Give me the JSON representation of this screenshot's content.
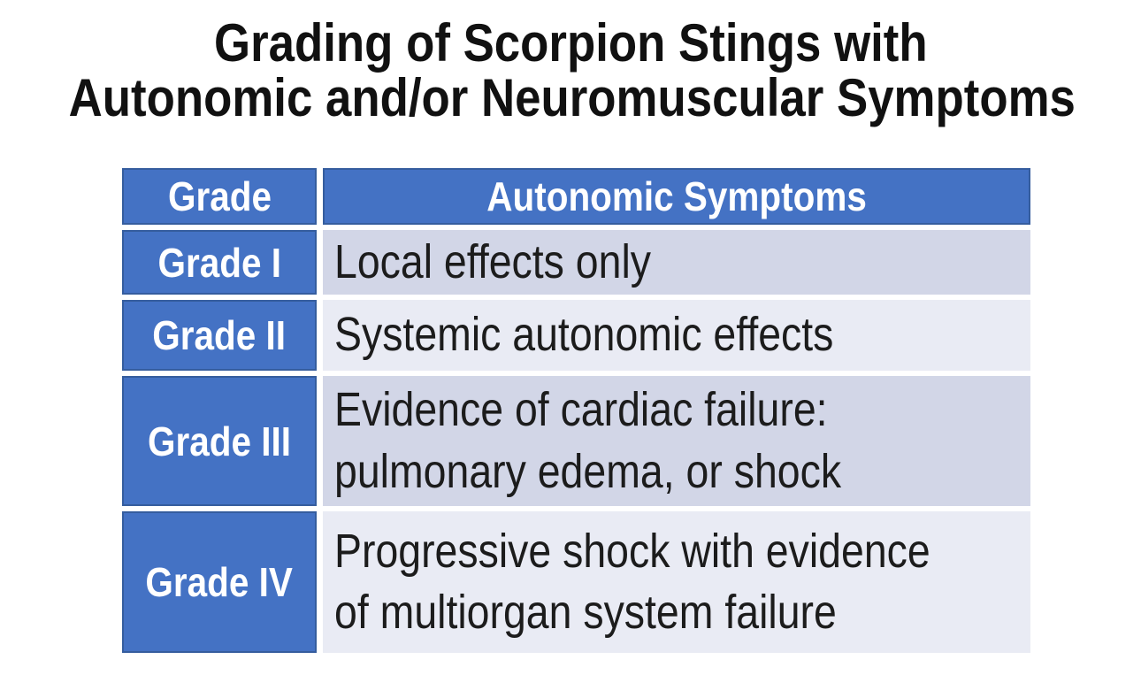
{
  "title": {
    "line1": "Grading of Scorpion Stings with",
    "line2": "Autonomic and/or Neuromuscular Symptoms"
  },
  "table": {
    "columns": [
      "Grade",
      "Autonomic Symptoms"
    ],
    "rows": [
      {
        "grade": "Grade I",
        "symptoms": "Local effects only"
      },
      {
        "grade": "Grade II",
        "symptoms": "Systemic autonomic effects"
      },
      {
        "grade": "Grade III",
        "symptoms": "Evidence of cardiac failure:\npulmonary edema, or shock"
      },
      {
        "grade": "Grade IV",
        "symptoms": "Progressive shock with evidence\nof multiorgan system failure"
      }
    ]
  },
  "colors": {
    "header_blue": "#4472C4",
    "blue_cell_border": "#355D9E",
    "band_dark": "#D2D6E7",
    "band_light": "#E9EBF4",
    "header_text": "#FFFFFF",
    "body_text": "#1C1C1C",
    "title_text": "#111111",
    "page_background": "#FFFFFF"
  }
}
